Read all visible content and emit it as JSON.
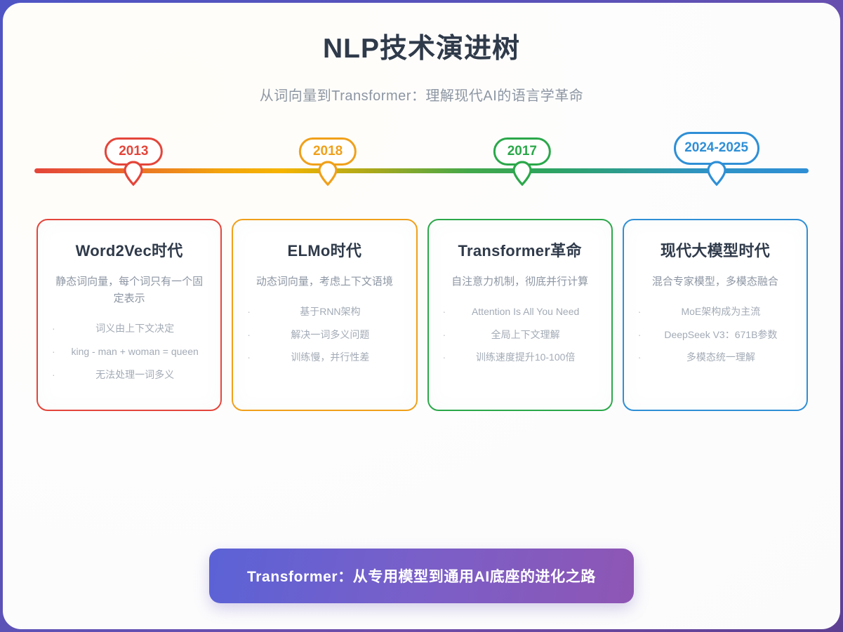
{
  "header": {
    "title": "NLP技术演进树",
    "subtitle": "从词向量到Transformer：理解现代AI的语言学革命"
  },
  "timeline": {
    "rail_gradient": [
      "#e4453a",
      "#f5b400",
      "#43a84a",
      "#2f8fd6"
    ],
    "eras": [
      {
        "year": "2013",
        "color": "#e4453a",
        "title": "Word2Vec时代",
        "description": "静态词向量，每个词只有一个固定表示",
        "points": [
          "词义由上下文决定",
          "king - man + woman = queen",
          "无法处理一词多义"
        ]
      },
      {
        "year": "2018",
        "color": "#f0a01a",
        "title": "ELMo时代",
        "description": "动态词向量，考虑上下文语境",
        "points": [
          "基于RNN架构",
          "解决一词多义问题",
          "训练慢，并行性差"
        ]
      },
      {
        "year": "2017",
        "color": "#2ba84a",
        "title": "Transformer革命",
        "description": "自注意力机制，彻底并行计算",
        "points": [
          "Attention Is All You Need",
          "全局上下文理解",
          "训练速度提升10-100倍"
        ]
      },
      {
        "year": "2024-2025",
        "color": "#2f8fd6",
        "title": "现代大模型时代",
        "description": "混合专家模型，多模态融合",
        "points": [
          "MoE架构成为主流",
          "DeepSeek V3：671B参数",
          "多模态统一理解"
        ]
      }
    ]
  },
  "footer": {
    "banner_text": "Transformer：从专用模型到通用AI底座的进化之路",
    "gradient_from": "#5b62d6",
    "gradient_to": "#8e56b4"
  },
  "bullet_glyph": "·"
}
